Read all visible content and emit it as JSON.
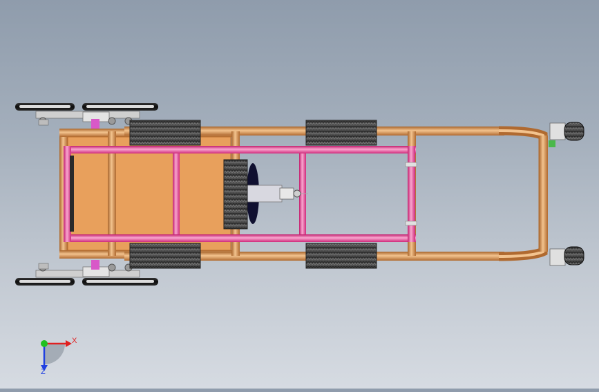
{
  "viewport": {
    "view": "top",
    "model": "tricycle-chassis-assembly"
  },
  "triad": {
    "x_label": "X",
    "z_label": "Z",
    "x_color": "#e02020",
    "y_color": "#20c020",
    "z_color": "#2040e0"
  },
  "colors": {
    "tube": "#d08a48",
    "tube_highlight": "#f2c08a",
    "inner_frame": "#e8378f",
    "inner_frame_highlight": "#f8a0cc",
    "panel": "#e8a05c",
    "pedal": "#4a4a4a",
    "tire": "#151515",
    "hub": "#cfcfcf",
    "axle": "#d858c8"
  }
}
